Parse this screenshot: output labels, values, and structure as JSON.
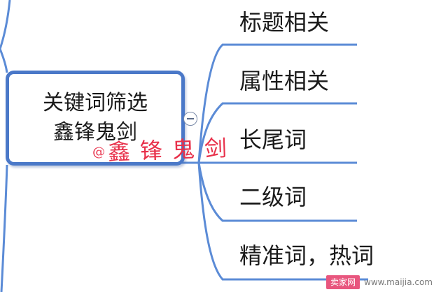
{
  "mindmap": {
    "root": {
      "line1": "关键词筛选",
      "line2": "鑫锋鬼剑"
    },
    "branches": [
      {
        "label": "标题相关"
      },
      {
        "label": "属性相关"
      },
      {
        "label": "长尾词"
      },
      {
        "label": "二级词"
      },
      {
        "label": "精准词，热词"
      }
    ],
    "collapse_symbol": "−",
    "watermark": {
      "at": "@",
      "text": "鑫锋鬼剑"
    },
    "site_badge": {
      "logo": "卖家网",
      "url": "www.maijia.com"
    }
  },
  "colors": {
    "connector": "#5b8bd6",
    "node_border": "#4a78c8",
    "text": "#1a1a1a",
    "watermark": "#e8304a",
    "badge": "#e8567e"
  }
}
